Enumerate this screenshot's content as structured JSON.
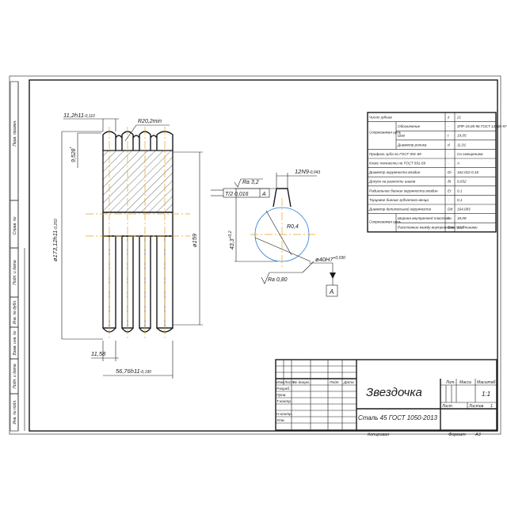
{
  "side_labels": {
    "perv_primen": "Перв. примен.",
    "sprav_no": "Справ. №",
    "podp_data_1": "Подп. и дата",
    "inv_dubl": "Инв. № дубл.",
    "vzam_inv": "Взам. инв. №",
    "podp_data_2": "Подп. и дата",
    "inv_podl": "Инв. № подл."
  },
  "dimensions": {
    "width_top": "11,2h11",
    "width_top_tol": "-0,110",
    "r20": "R20,2min",
    "tooth_h": "9,528",
    "tooth_h_mark": "*",
    "d173": "ø173,12h11",
    "d173_tol": "-0,250",
    "d159": "ø159",
    "base_w": "11,58",
    "total_w": "56,76h11",
    "total_w_tol": "-0,190",
    "keyway_w": "12N9",
    "keyway_w_tol": "-0,043",
    "r04": "R0,4",
    "hub_h": "43,3",
    "hub_h_tol": "+0,2",
    "bore": "ø40H7",
    "bore_tol": "+0,030",
    "ra32": "Ra 3,2",
    "ra08": "Ra 0,80",
    "tol_sym": "T/2 0,016",
    "datum": "A"
  },
  "params_table": {
    "rows": [
      {
        "group": "",
        "label": "Число зубьев",
        "sym": "z",
        "val": "21"
      },
      {
        "group": "Сопрягаемая цепь",
        "label": "Обозначение",
        "sym": "-",
        "val": "3ПР-19,05-96 ГОСТ 13568-97"
      },
      {
        "group": "",
        "label": "Шаг",
        "sym": "t",
        "val": "19,05"
      },
      {
        "group": "",
        "label": "Диаметр ролика",
        "sym": "d",
        "val": "11,91"
      },
      {
        "group": "",
        "label": "Профиль зуба по ГОСТ 591-69",
        "sym": "-",
        "val": "Со смещением"
      },
      {
        "group": "",
        "label": "Класс точности по ГОСТ 591-69",
        "sym": "-",
        "val": "А"
      },
      {
        "group": "",
        "label": "Диаметр окружности впадин",
        "sym": "Di",
        "val": "162,012-0,16"
      },
      {
        "group": "",
        "label": "Допуск на разность шагов",
        "sym": "δt",
        "val": "0,032"
      },
      {
        "group": "",
        "label": "Радиальное биение окружности впадин",
        "sym": "Er",
        "val": "0,1"
      },
      {
        "group": "",
        "label": "Торцовое биение зубчатого венца",
        "sym": "-",
        "val": "0,1"
      },
      {
        "group": "",
        "label": "Диаметр делительной окружности",
        "sym": "Dd",
        "val": "164,093"
      },
      {
        "group": "Сопрягаемая цепь",
        "label": "Ширина внутренней пластины",
        "sym": "h",
        "val": "18,08"
      },
      {
        "group": "",
        "label": "Расстояние между внутренними пластинами",
        "sym": "Bвн",
        "val": "12,7"
      }
    ]
  },
  "title_block": {
    "name": "Звездочка",
    "material": "Сталь 45  ГОСТ 1050-2013",
    "lit": "Лит.",
    "massa": "Масса",
    "masshtab": "Масштаб",
    "scale": "1:1",
    "list_label": "Лист",
    "listov_label": "Листов",
    "listov": "1",
    "izm": "Изм",
    "list_col": "Лист",
    "doc": "№ докум.",
    "podp": "Подп.",
    "data": "Дата",
    "razrab": "Разраб.",
    "prov": "Пров.",
    "tkontr": "Т.контр.",
    "nkontr": "Н.контр.",
    "utv": "Утв.",
    "kopiroval": "Копировал",
    "format": "Формат",
    "format_val": "А3"
  }
}
